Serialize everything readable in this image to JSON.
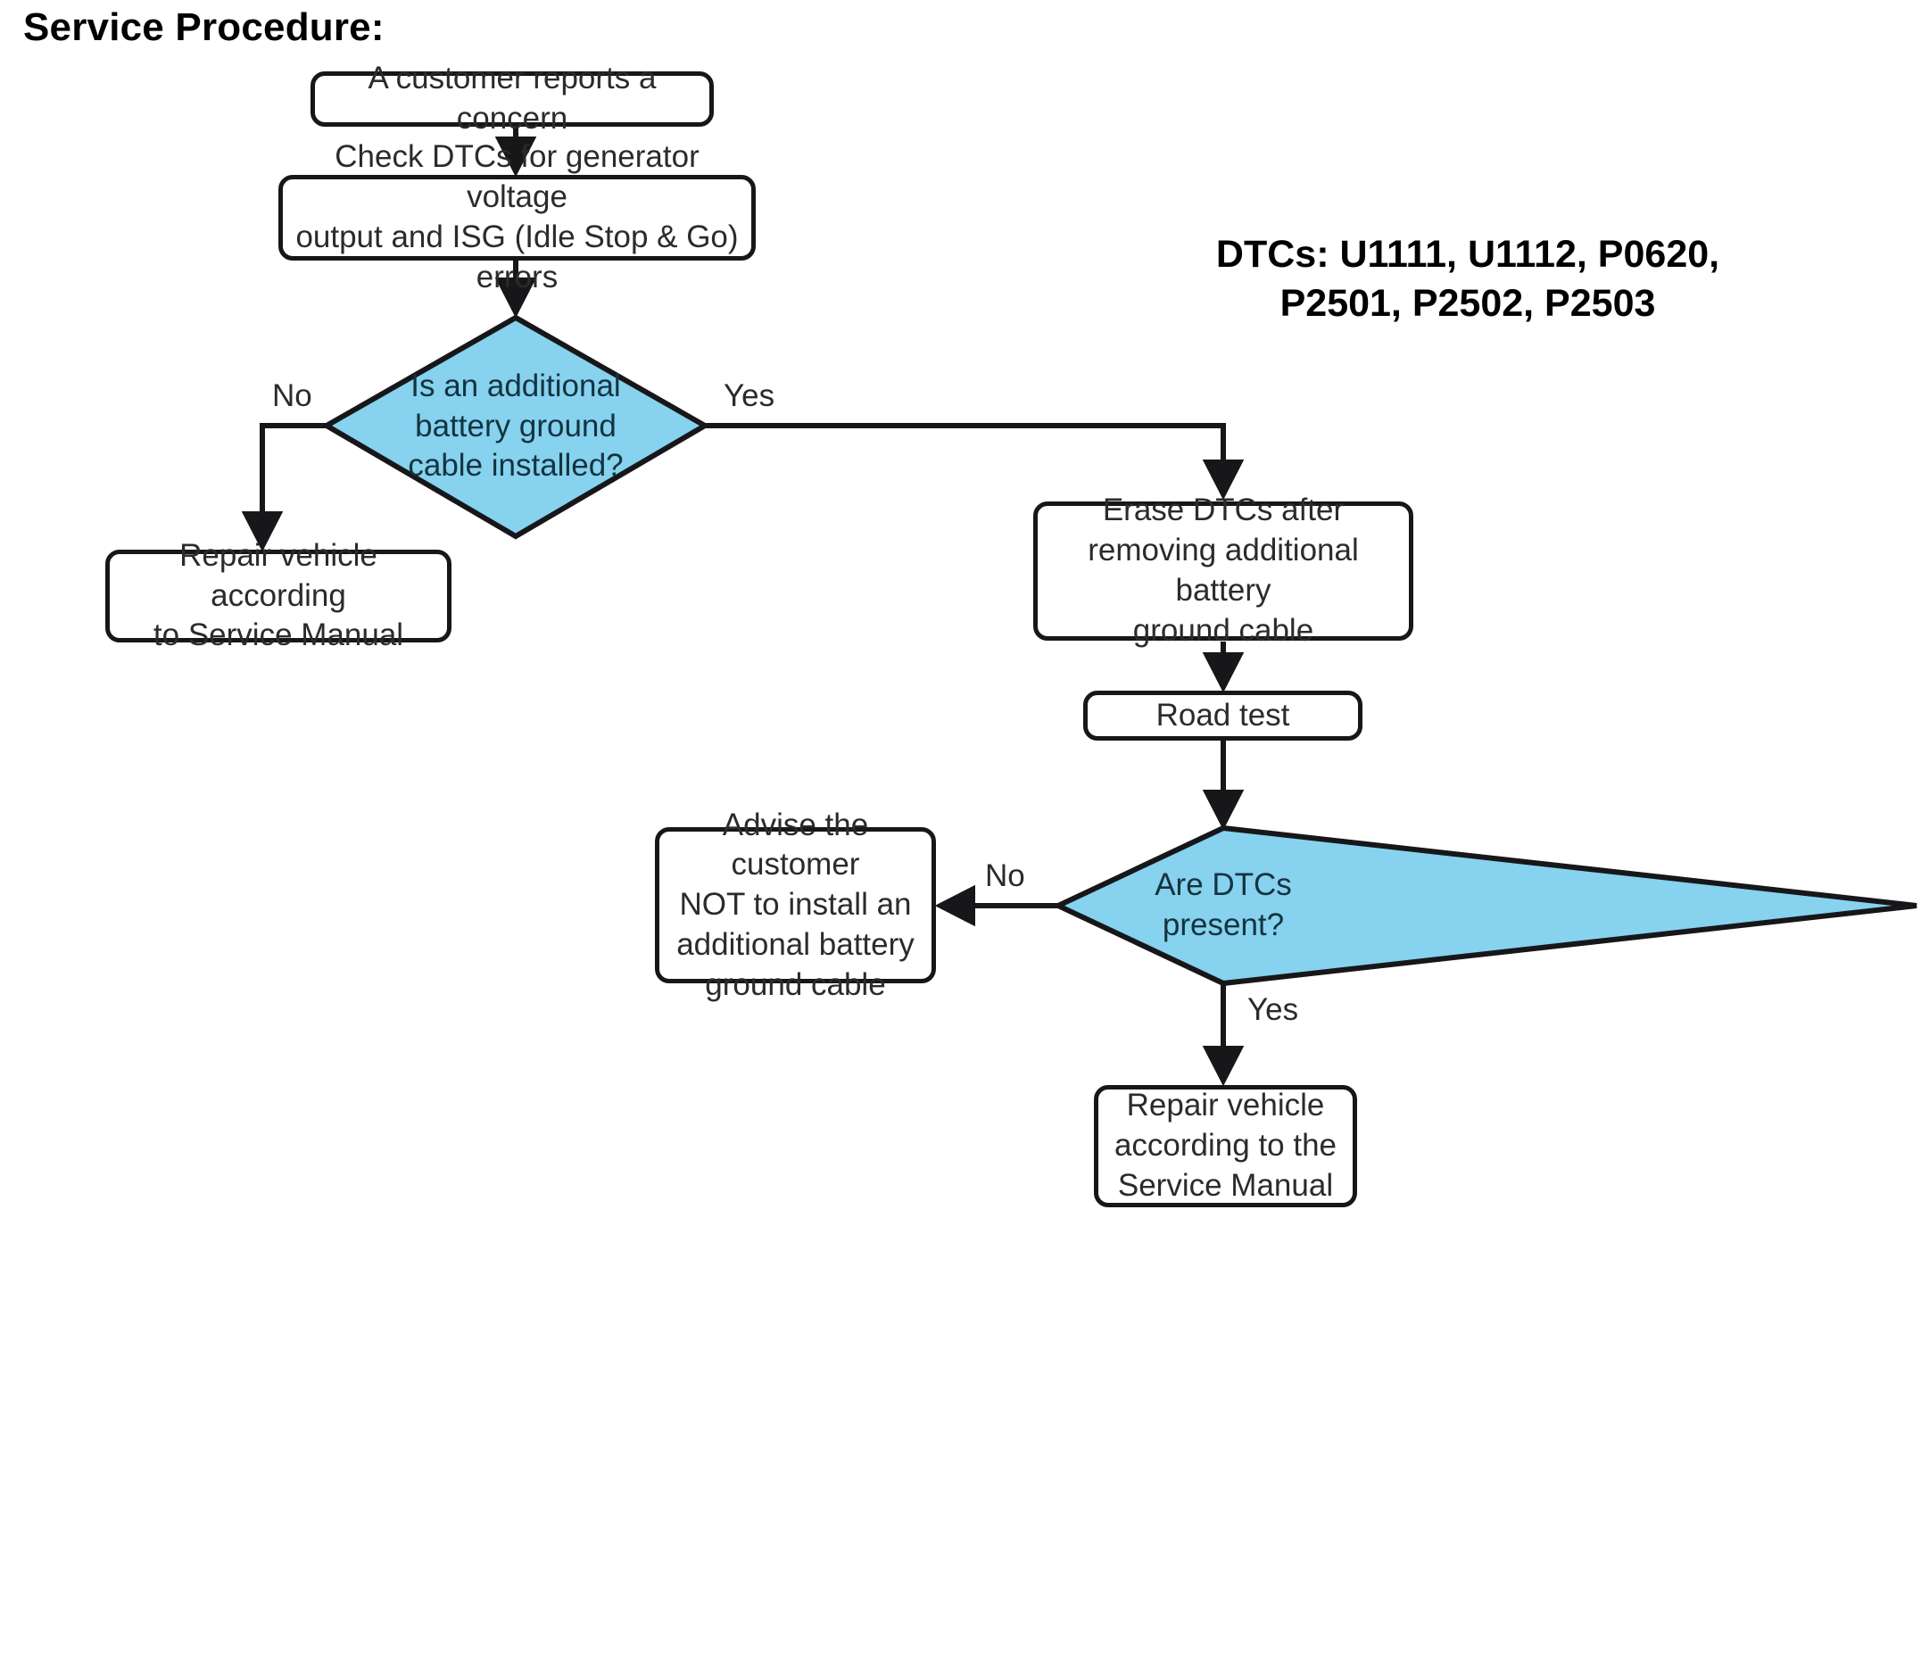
{
  "page": {
    "heading": "Service Procedure:",
    "background_color": "#ffffff",
    "line_color": "#17171a",
    "decision_fill": "#86d2ef"
  },
  "annotations": {
    "dtc_note_line1": "DTCs: U1111, U1112, P0620,",
    "dtc_note_line2": "P2501, P2502, P2503"
  },
  "flowchart": {
    "type": "flowchart",
    "nodes": [
      {
        "id": "start",
        "shape": "rounded-rectangle",
        "lines": [
          "A customer reports a concern"
        ]
      },
      {
        "id": "check-dtcs",
        "shape": "rounded-rectangle",
        "lines": [
          "Check DTCs for generator voltage",
          "output and ISG (Idle Stop & Go) errors"
        ]
      },
      {
        "id": "decision-ground-cable",
        "shape": "diamond",
        "lines": [
          "Is an additional",
          "battery ground",
          "cable installed?"
        ]
      },
      {
        "id": "repair-service-manual",
        "shape": "rounded-rectangle",
        "lines": [
          "Repair vehicle according",
          "to Service Manual"
        ]
      },
      {
        "id": "erase-dtcs",
        "shape": "rounded-rectangle",
        "lines": [
          "Erase DTCs after",
          "removing additional battery",
          "ground cable"
        ]
      },
      {
        "id": "road-test",
        "shape": "rounded-rectangle",
        "lines": [
          "Road test"
        ]
      },
      {
        "id": "decision-dtcs-present",
        "shape": "diamond",
        "lines": [
          "Are DTCs",
          "present?"
        ]
      },
      {
        "id": "advise-customer",
        "shape": "rounded-rectangle",
        "lines": [
          "Advise the customer",
          "NOT to install an",
          "additional battery",
          "ground cable"
        ]
      },
      {
        "id": "repair-service-manual-2",
        "shape": "rounded-rectangle",
        "lines": [
          "Repair vehicle",
          "according to the",
          "Service Manual"
        ]
      }
    ],
    "edges": [
      {
        "from": "start",
        "to": "check-dtcs",
        "label": ""
      },
      {
        "from": "check-dtcs",
        "to": "decision-ground-cable",
        "label": ""
      },
      {
        "from": "decision-ground-cable",
        "to": "repair-service-manual",
        "label": "No"
      },
      {
        "from": "decision-ground-cable",
        "to": "erase-dtcs",
        "label": "Yes"
      },
      {
        "from": "erase-dtcs",
        "to": "road-test",
        "label": ""
      },
      {
        "from": "road-test",
        "to": "decision-dtcs-present",
        "label": ""
      },
      {
        "from": "decision-dtcs-present",
        "to": "advise-customer",
        "label": "No"
      },
      {
        "from": "decision-dtcs-present",
        "to": "repair-service-manual-2",
        "label": "Yes"
      }
    ],
    "edge_labels": {
      "no_top": "No",
      "yes_top": "Yes",
      "no_bottom": "No",
      "yes_bottom": "Yes"
    }
  }
}
